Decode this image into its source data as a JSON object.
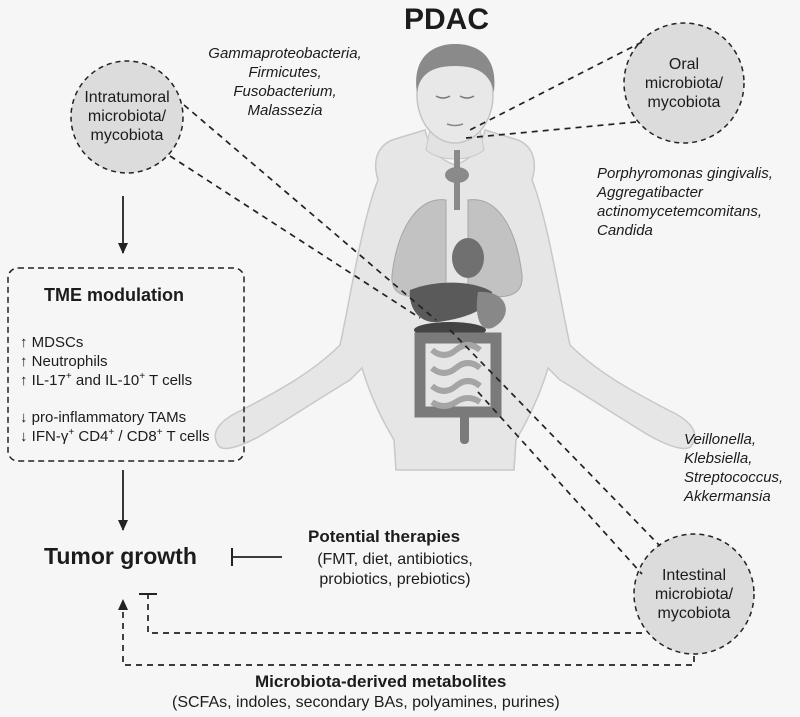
{
  "title": "PDAC",
  "intratumoral": {
    "label": [
      "Intratumoral",
      "microbiota/",
      "mycobiota"
    ]
  },
  "intratumoral_species": [
    "Gammaproteobacteria,",
    "Firmicutes,",
    "Fusobacterium,",
    "Malassezia"
  ],
  "oral": {
    "label": [
      "Oral",
      "microbiota/",
      "mycobiota"
    ]
  },
  "oral_species": [
    "Porphyromonas gingivalis,",
    "Aggregatibacter",
    "actinomycetemcomitans,",
    "Candida"
  ],
  "intestinal": {
    "label": [
      "Intestinal",
      "microbiota/",
      "mycobiota"
    ]
  },
  "intestinal_species": [
    "Veillonella,",
    "Klebsiella,",
    "Streptococcus,",
    "Akkermansia"
  ],
  "tme": {
    "title": "TME modulation",
    "up": [
      {
        "arrow": "↑",
        "text": "MDSCs"
      },
      {
        "arrow": "↑",
        "text": "Neutrophils"
      },
      {
        "arrow": "↑",
        "parts": [
          "IL-17",
          "+",
          " and IL-10",
          "+",
          " T cells"
        ]
      }
    ],
    "down": [
      {
        "arrow": "↓",
        "text": "pro-inflammatory TAMs"
      },
      {
        "arrow": "↓",
        "parts": [
          "IFN-γ",
          "+",
          " CD4",
          "+",
          " / CD8",
          "+",
          " T cells"
        ]
      }
    ]
  },
  "tumor_growth": "Tumor growth",
  "therapies": {
    "title": "Potential therapies",
    "lines": [
      "(FMT, diet, antibiotics,",
      "probiotics, prebiotics)"
    ]
  },
  "metabolites": {
    "title": "Microbiota-derived metabolites",
    "detail": "(SCFAs, indoles, secondary BAs, polyamines, purines)"
  },
  "colors": {
    "background": "#f6f6f6",
    "circle_fill": "#dcdcdc",
    "body_fill": "#e6e6e6",
    "organ_dark": "#555555",
    "line": "#222222"
  }
}
